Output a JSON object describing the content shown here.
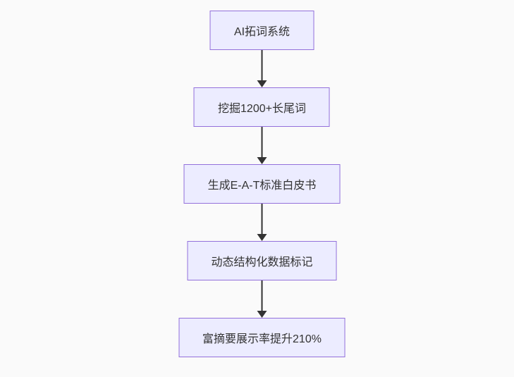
{
  "diagram": {
    "type": "flowchart",
    "direction": "top-down",
    "nodes": [
      {
        "id": "step-1",
        "label": "AI拓词系统"
      },
      {
        "id": "step-2",
        "label": "挖掘1200+长尾词"
      },
      {
        "id": "step-3",
        "label": "生成E-A-T标准白皮书"
      },
      {
        "id": "step-4",
        "label": "动态结构化数据标记"
      },
      {
        "id": "step-5",
        "label": "富摘要展示率提升210%"
      }
    ],
    "edges": [
      {
        "from": "step-1",
        "to": "step-2",
        "style": "arrow-down"
      },
      {
        "from": "step-2",
        "to": "step-3",
        "style": "arrow-down"
      },
      {
        "from": "step-3",
        "to": "step-4",
        "style": "arrow-down"
      },
      {
        "from": "step-4",
        "to": "step-5",
        "style": "arrow-down"
      }
    ],
    "colors": {
      "node_fill": "#ECECFF",
      "node_border": "#9370DB",
      "text": "#333333",
      "arrow": "#333333",
      "background": "#FAFAFA"
    }
  }
}
